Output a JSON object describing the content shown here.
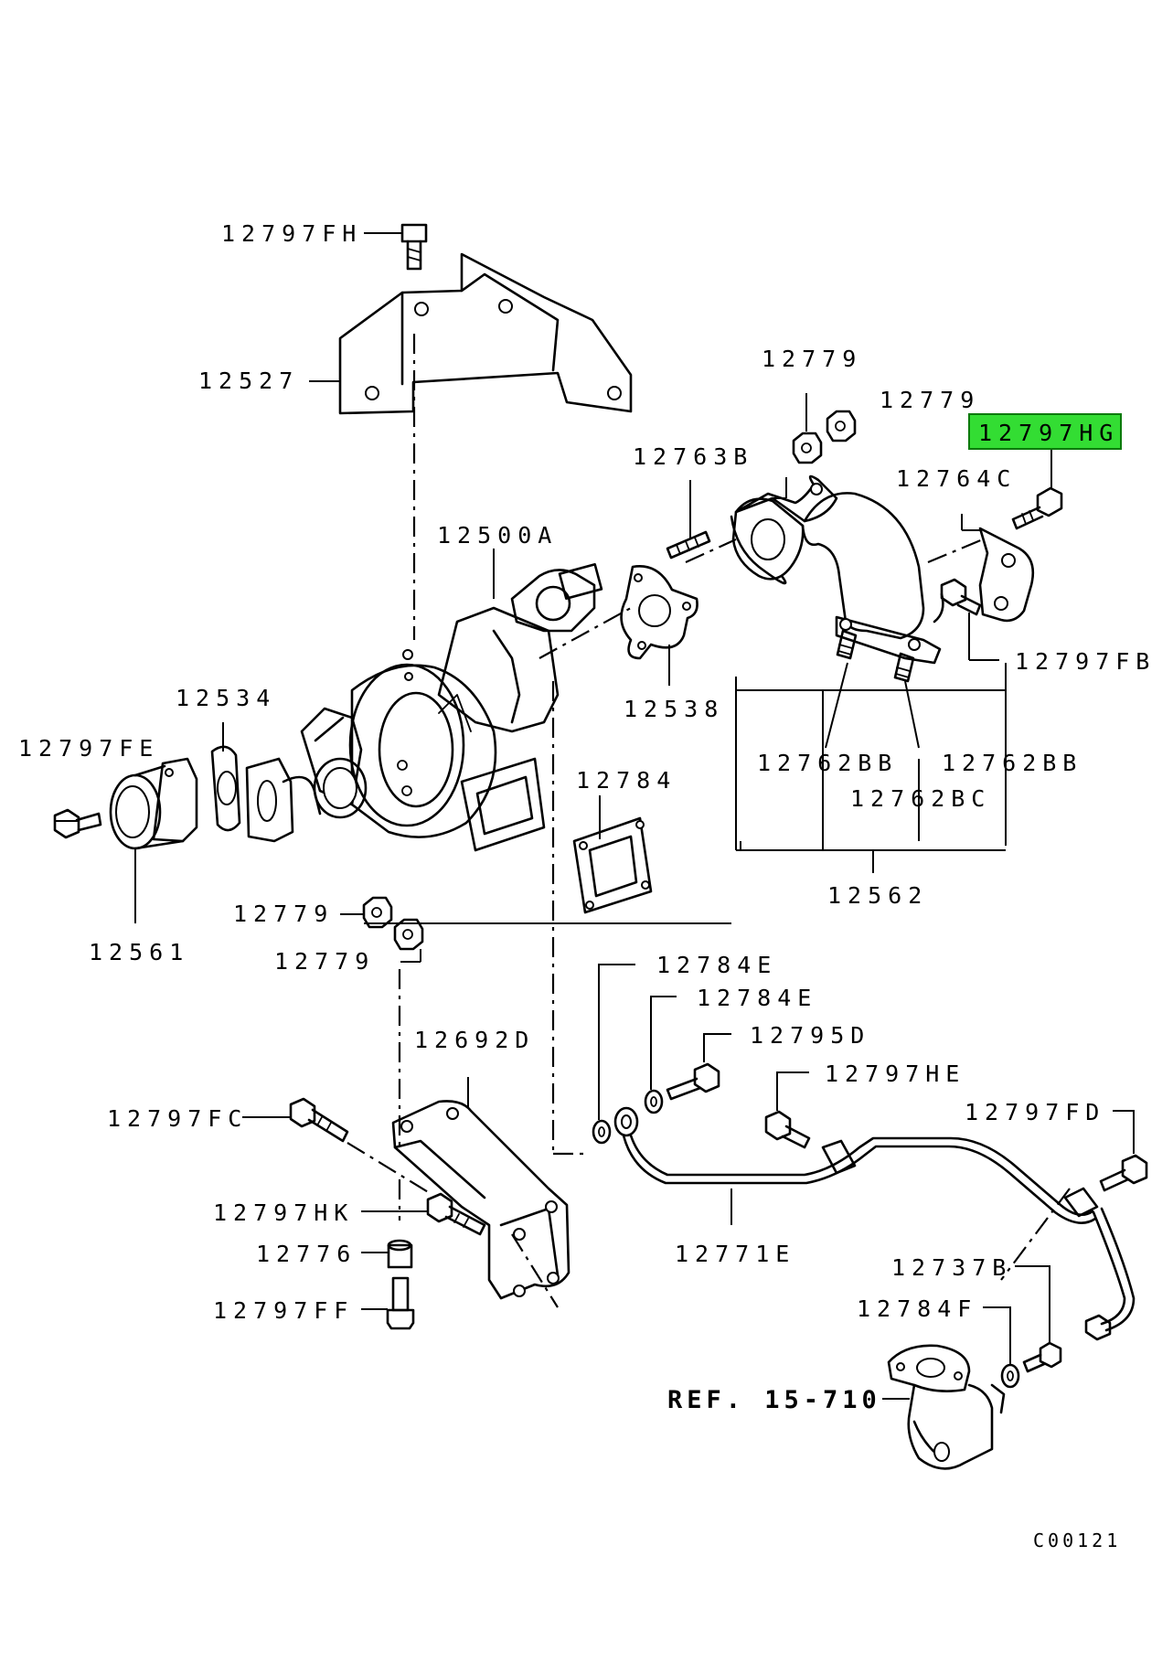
{
  "diagram": {
    "highlight_color": "#33dd33",
    "labels": {
      "p12797FH": "12797FH",
      "p12527": "12527",
      "p12779_a": "12779",
      "p12779_b": "12779",
      "p12797HG": "12797HG",
      "p12763B": "12763B",
      "p12764C": "12764C",
      "p12500A": "12500A",
      "p12797FB": "12797FB",
      "p12534": "12534",
      "p12538": "12538",
      "p12797FE": "12797FE",
      "p12784": "12784",
      "p12762BB_a": "12762BB",
      "p12762BB_b": "12762BB",
      "p12762BC": "12762BC",
      "p12561": "12561",
      "p12779_c": "12779",
      "p12779_d": "12779",
      "p12562": "12562",
      "p12784E_a": "12784E",
      "p12784E_b": "12784E",
      "p12795D": "12795D",
      "p12692D": "12692D",
      "p12797HE": "12797HE",
      "p12797FC": "12797FC",
      "p12797FD": "12797FD",
      "p12797HK": "12797HK",
      "p12771E": "12771E",
      "p12776": "12776",
      "p12737B": "12737B",
      "p12797FF": "12797FF",
      "p12784F": "12784F",
      "ref": "REF. 15-710",
      "code": "C00121"
    }
  }
}
